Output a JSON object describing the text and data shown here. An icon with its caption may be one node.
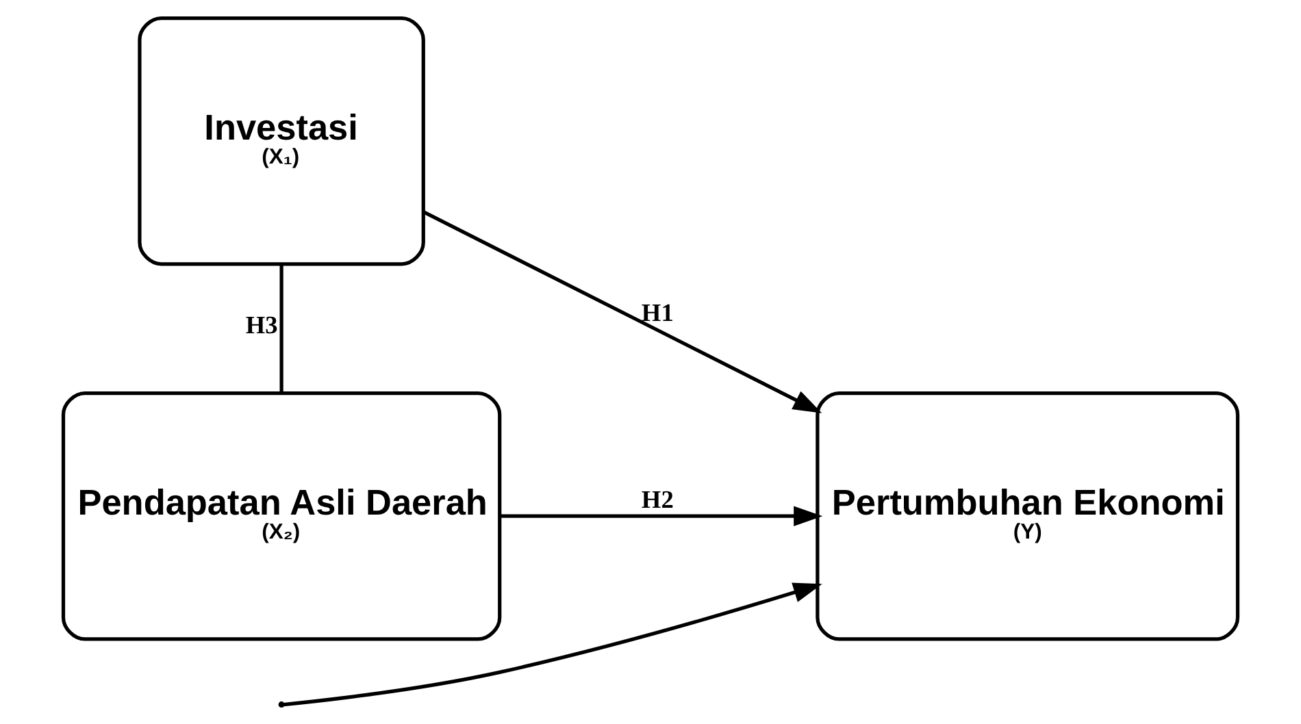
{
  "diagram": {
    "nodes": [
      {
        "text": [
          "Investasi",
          "(X₁)"
        ]
      },
      {
        "text": [
          "Pendapatan Asli Daerah",
          "(X₂)"
        ]
      },
      {
        "text": [
          "Pertumbuhan Ekonomi",
          "(Y)"
        ]
      }
    ],
    "edges": [
      {
        "from": 0,
        "to": 2,
        "arrow": "to",
        "label": "H1"
      },
      {
        "from": 1,
        "to": 2,
        "arrow": "to",
        "label": "H2"
      },
      {
        "from": 0,
        "to": 1,
        "arrow": "none",
        "label": "H3"
      },
      {
        "from": null,
        "to": 2,
        "arrow": "to"
      }
    ]
  }
}
